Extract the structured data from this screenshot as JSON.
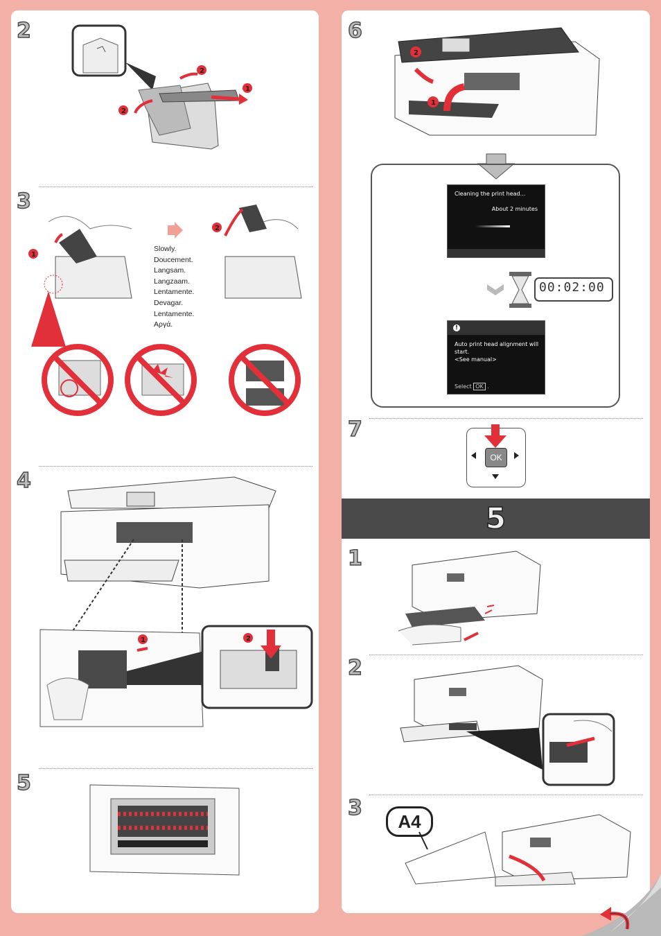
{
  "colors": {
    "accent": "#e2303a",
    "background": "#f3b0a6",
    "banner": "#4a4a4a"
  },
  "left_steps": {
    "s2": "2",
    "s3": "3",
    "s4": "4",
    "s5": "5"
  },
  "right_steps": {
    "s6": "6",
    "s7": "7"
  },
  "section": {
    "number": "5",
    "steps": {
      "s1": "1",
      "s2": "2",
      "s3": "3"
    }
  },
  "callouts": {
    "one": "1",
    "two": "2"
  },
  "slowly_words": [
    "Slowly.",
    "Doucement.",
    "Langsam.",
    "Langzaam.",
    "Lentamente.",
    "Devagar.",
    "Lentamente.",
    "Αργά."
  ],
  "screen1": {
    "title": "Cleaning the print head...",
    "time": "About 2 minutes"
  },
  "timer": {
    "display": "00:02:00"
  },
  "screen2": {
    "line1": "Auto print head alignment will",
    "line2": "start.",
    "line3": "<See manual>",
    "select": "Select",
    "ok": "OK",
    "period": "."
  },
  "ok_button": {
    "label": "OK"
  },
  "paper": {
    "size": "A4"
  },
  "icons": [
    "next-arrow-icon",
    "hourglass-icon",
    "warning-icon",
    "prohibited-icon",
    "left-arrow-icon",
    "right-arrow-icon",
    "down-arrow-icon",
    "page-turn-icon"
  ]
}
